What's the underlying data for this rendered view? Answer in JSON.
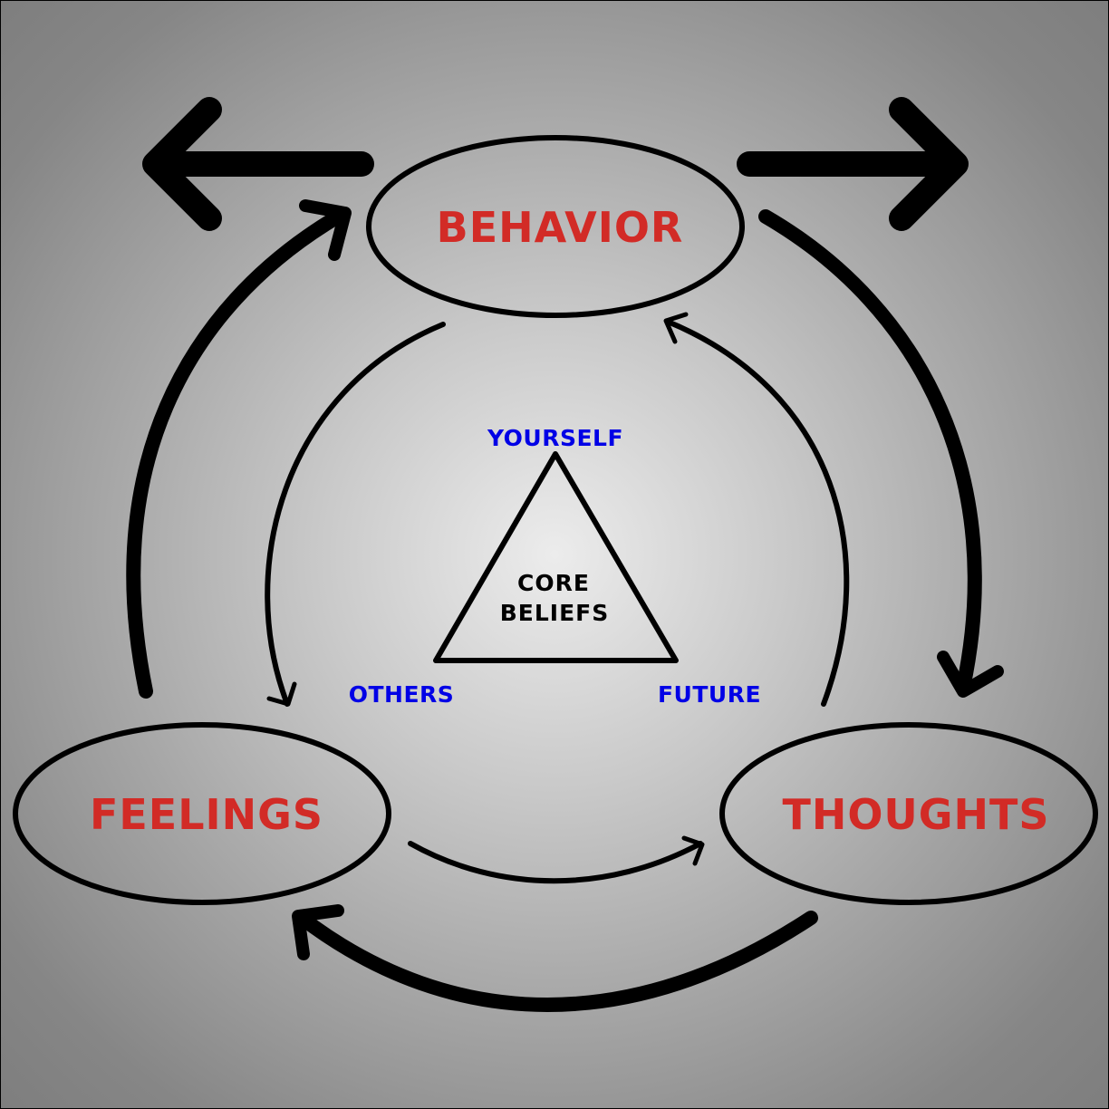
{
  "colors": {
    "node_text": "#d22b26",
    "belief_text": "#0000e6",
    "stroke": "#000000"
  },
  "nodes": {
    "behavior": "BEHAVIOR",
    "feelings": "FEELINGS",
    "thoughts": "THOUGHTS"
  },
  "core": {
    "line1": "CORE",
    "line2": "BELIEFS"
  },
  "beliefs": {
    "top": "YOURSELF",
    "left": "OTHERS",
    "right": "FUTURE"
  }
}
